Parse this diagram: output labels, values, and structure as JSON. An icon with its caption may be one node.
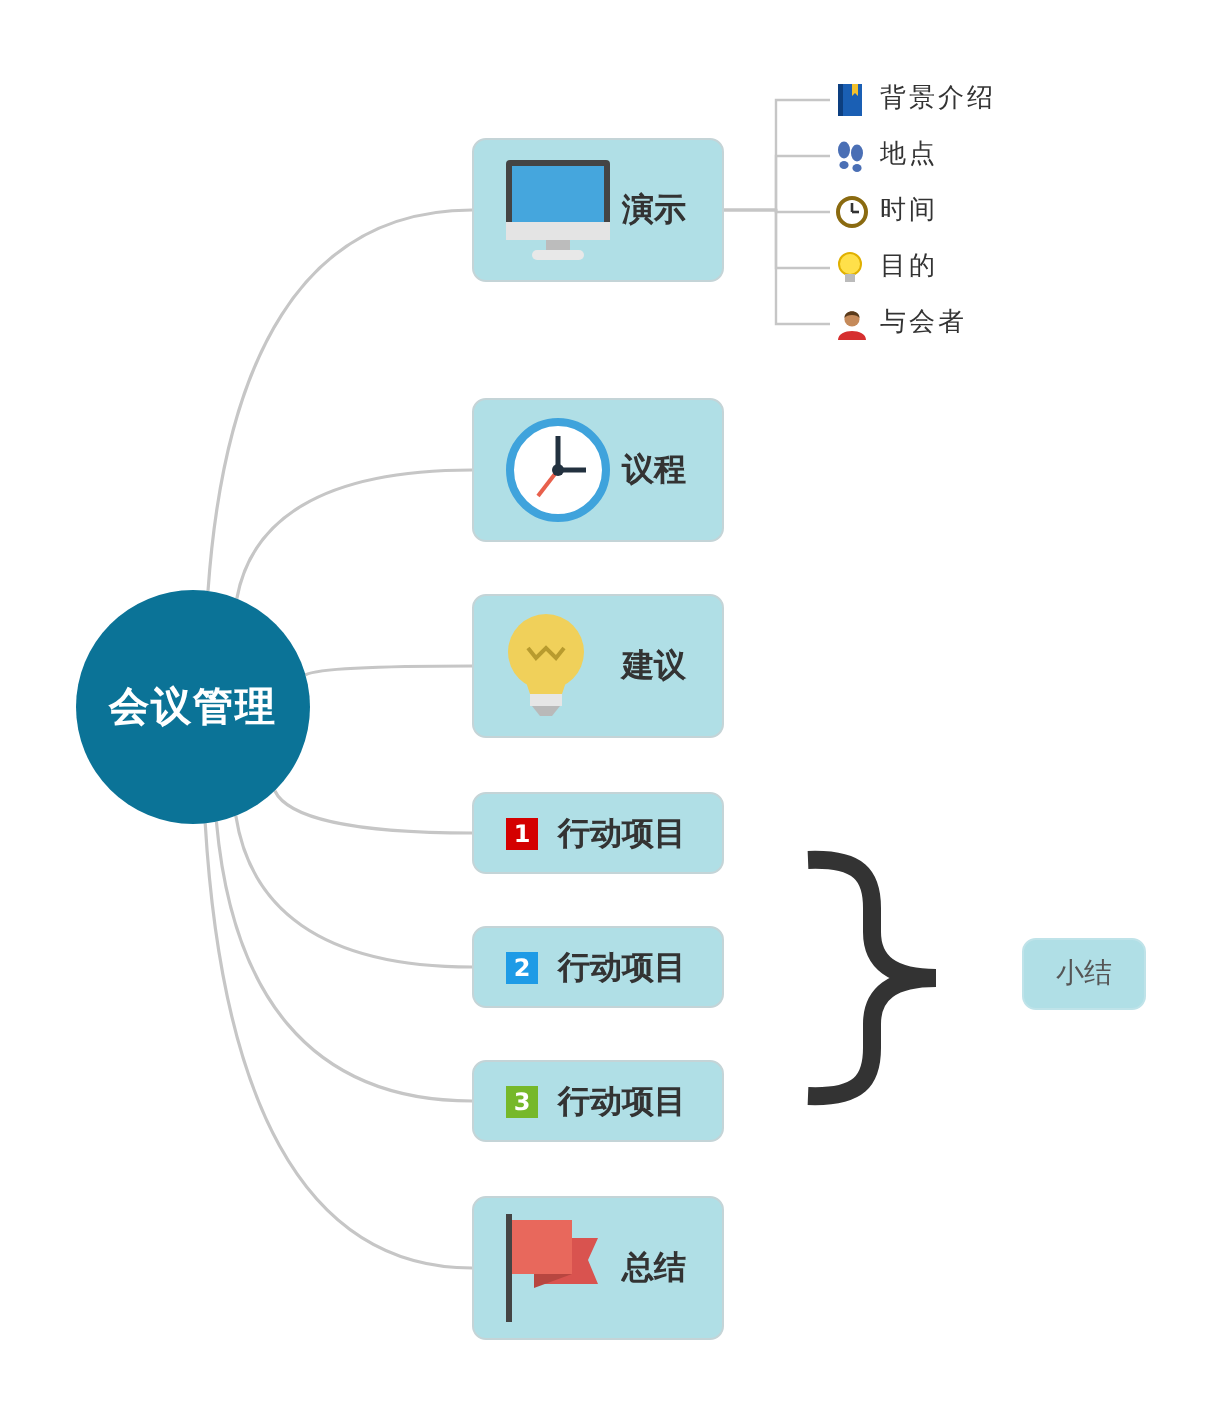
{
  "diagram": {
    "nodes": [
      {
        "text": [
          "会议管理"
        ]
      },
      {
        "text": [
          "演示"
        ]
      },
      {
        "text": [
          "背景介绍"
        ]
      },
      {
        "text": [
          "地点"
        ]
      },
      {
        "text": [
          "时间"
        ]
      },
      {
        "text": [
          "目的"
        ]
      },
      {
        "text": [
          "与会者"
        ]
      },
      {
        "text": [
          "议程"
        ]
      },
      {
        "text": [
          "建议"
        ]
      },
      {
        "text": [
          "1",
          "行动项目"
        ]
      },
      {
        "text": [
          "2",
          "行动项目"
        ]
      },
      {
        "text": [
          "3",
          "行动项目"
        ]
      },
      {
        "text": [
          "总结"
        ]
      },
      {
        "text": [
          "小结"
        ]
      }
    ],
    "edges": [
      {
        "from": 0,
        "to": 1,
        "arrow": "none"
      },
      {
        "from": 1,
        "to": 2,
        "arrow": "none"
      },
      {
        "from": 1,
        "to": 3,
        "arrow": "none"
      },
      {
        "from": 1,
        "to": 4,
        "arrow": "none"
      },
      {
        "from": 1,
        "to": 5,
        "arrow": "none"
      },
      {
        "from": 1,
        "to": 6,
        "arrow": "none"
      },
      {
        "from": 0,
        "to": 7,
        "arrow": "none"
      },
      {
        "from": 0,
        "to": 8,
        "arrow": "none"
      },
      {
        "from": 0,
        "to": 9,
        "arrow": "none"
      },
      {
        "from": 0,
        "to": 10,
        "arrow": "none"
      },
      {
        "from": 0,
        "to": 11,
        "arrow": "none"
      },
      {
        "from": 0,
        "to": 12,
        "arrow": "none"
      }
    ]
  }
}
